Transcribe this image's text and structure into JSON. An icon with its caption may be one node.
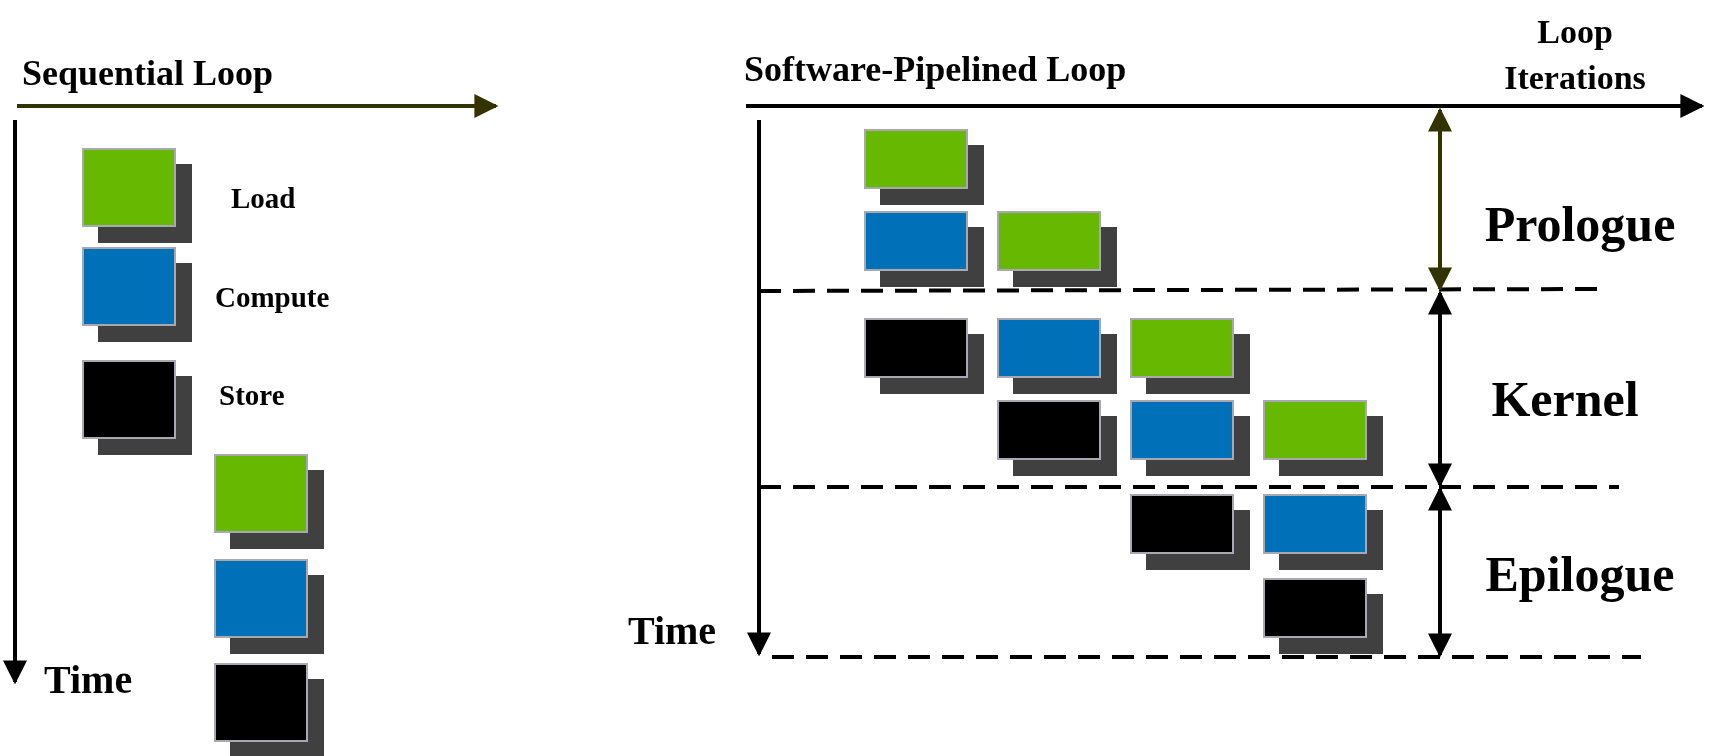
{
  "diagram": {
    "nodes": [
      {
        "text": [],
        "shape": "box"
      },
      {
        "text": [],
        "shape": "box"
      },
      {
        "text": [],
        "shape": "box"
      },
      {
        "text": [],
        "shape": "box"
      },
      {
        "text": [],
        "shape": "box"
      },
      {
        "text": [],
        "shape": "box"
      },
      {
        "text": [],
        "shape": "box"
      },
      {
        "text": [],
        "shape": "box"
      },
      {
        "text": [],
        "shape": "box"
      },
      {
        "text": [],
        "shape": "box"
      },
      {
        "text": [],
        "shape": "box"
      },
      {
        "text": [],
        "shape": "box"
      },
      {
        "text": [],
        "shape": "box"
      },
      {
        "text": [],
        "shape": "box"
      },
      {
        "text": [],
        "shape": "box"
      }
    ],
    "edges": [],
    "labels": [
      "Sequential Loop",
      "Time",
      "Software-Pipelined Loop",
      "Loop Iterations",
      "Prologue",
      "Kernel",
      "Time",
      "Epilogue"
    ],
    "legend": [
      {
        "text": "Load",
        "color": "#66b800"
      },
      {
        "text": "Compute",
        "color": "#0070b8"
      },
      {
        "text": "Store",
        "color": "#000000"
      }
    ]
  }
}
